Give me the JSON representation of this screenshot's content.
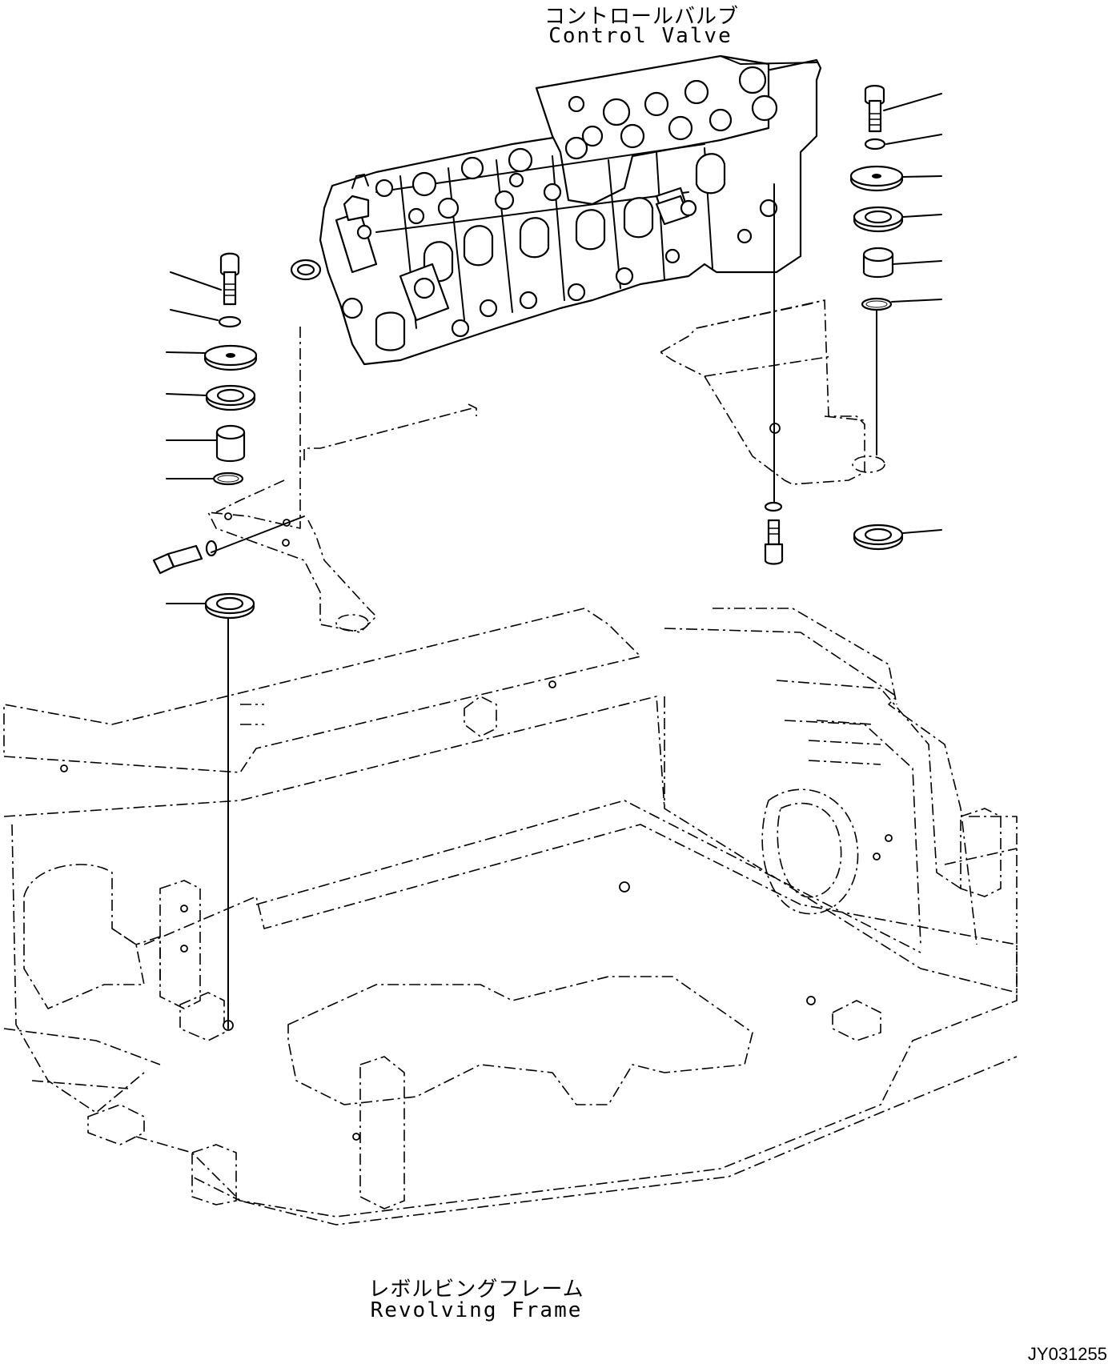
{
  "labels": {
    "control_valve_jp": "コントロールバルブ",
    "control_valve_en": "Control Valve",
    "revolving_frame_jp": "レボルビングフレーム",
    "revolving_frame_en": "Revolving Frame"
  },
  "drawing_id": "JY031255",
  "parts_left_stack": [
    "bolt",
    "washer",
    "plate",
    "cushion",
    "collar",
    "o-ring",
    "cushion-lower"
  ],
  "parts_right_stack": [
    "bolt",
    "washer",
    "plate",
    "cushion",
    "collar",
    "o-ring",
    "cushion-lower"
  ]
}
